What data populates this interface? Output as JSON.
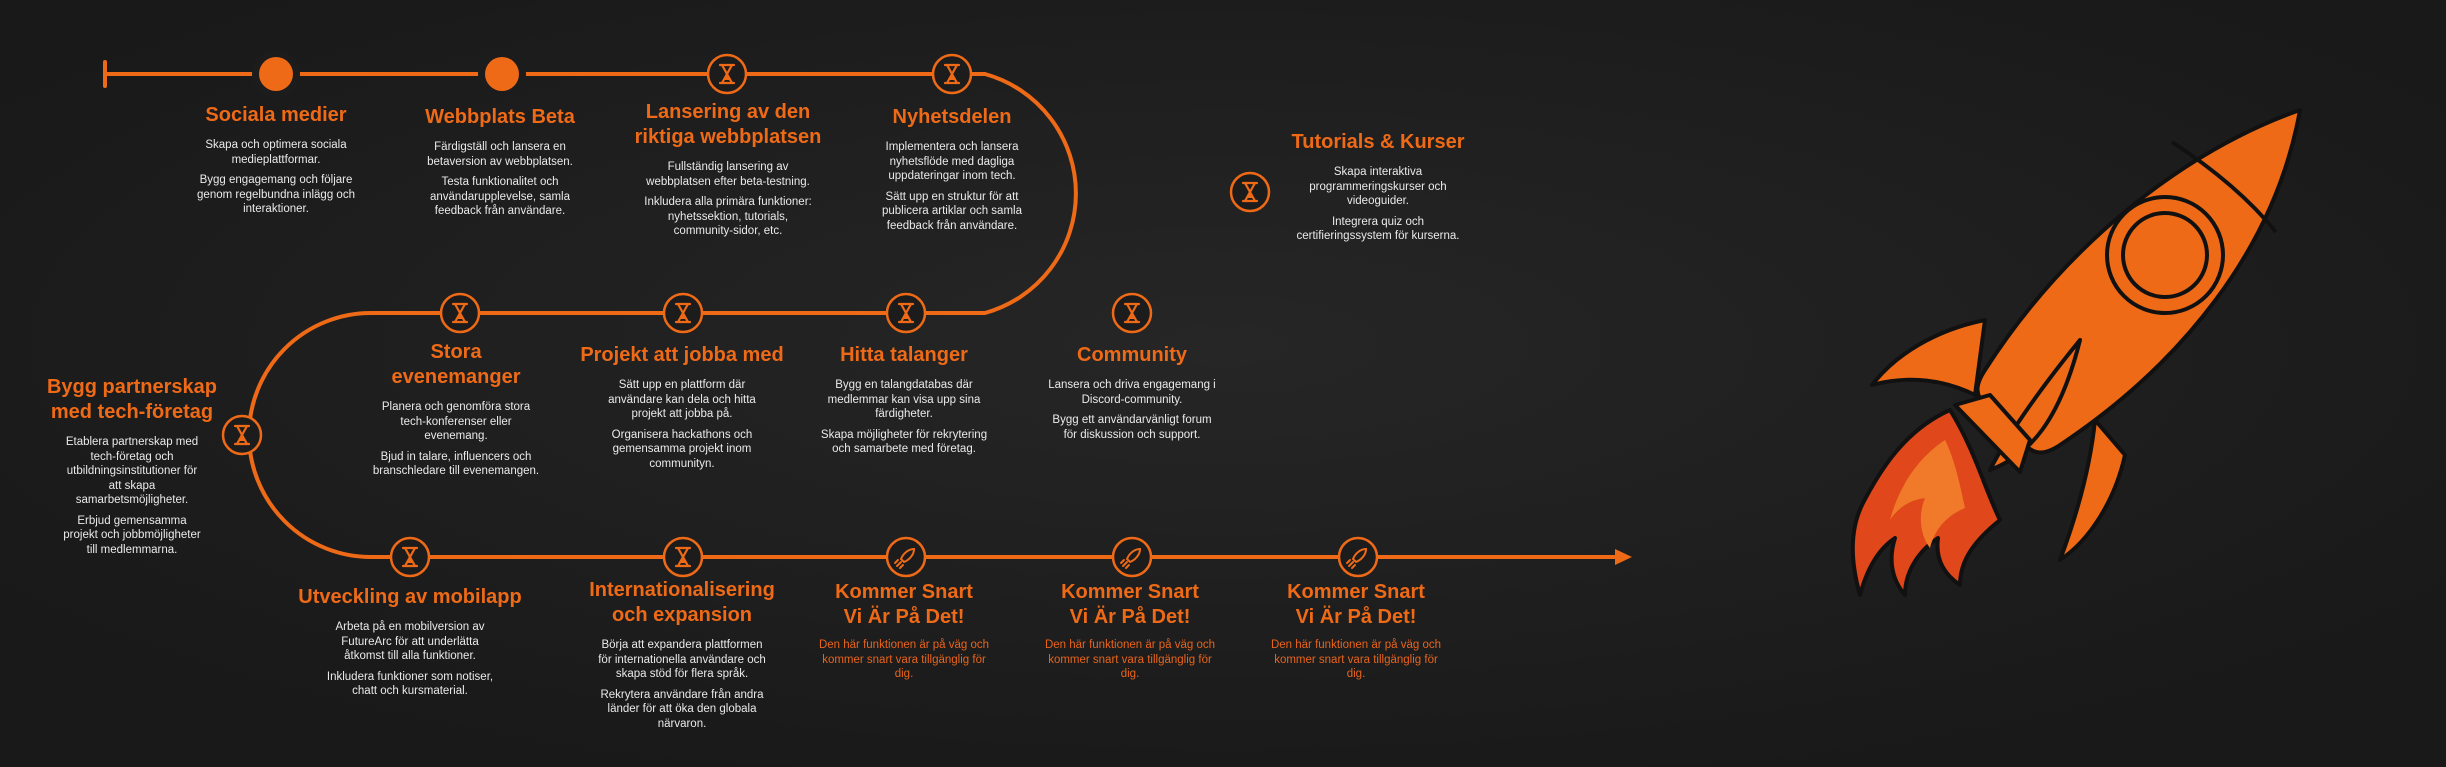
{
  "accent_color": "#ee6a17",
  "background_color": "#1c1c1c",
  "milestones": [
    {
      "title": "Sociala medier",
      "lines": [
        "Skapa och optimera sociala\nmedieplattformar.",
        "Bygg engagemang och följare\ngenom regelbundna inlägg och\ninteraktioner."
      ],
      "marker": "dot-icon"
    },
    {
      "title": "Webbplats Beta",
      "lines": [
        "Färdigställ och lansera en\nbetaversion av webbplatsen.",
        "Testa funktionalitet och\nanvändarupplevelse, samla\nfeedback från användare."
      ],
      "marker": "dot-icon"
    },
    {
      "title": "Lansering av den\nriktiga webbplatsen",
      "lines": [
        "Fullständig lansering av\nwebbplatsen efter beta-testning.",
        "Inkludera alla primära funktioner:\nnyhetssektion, tutorials,\ncommunity-sidor, etc."
      ],
      "marker": "hourglass-icon"
    },
    {
      "title": "Nyhetsdelen",
      "lines": [
        "Implementera och lansera\nnyhetsflöde med dagliga\nuppdateringar inom tech.",
        "Sätt upp en struktur för att\npublicera artiklar och samla\nfeedback från användare."
      ],
      "marker": "hourglass-icon"
    },
    {
      "title": "Tutorials & Kurser",
      "lines": [
        "Skapa interaktiva\nprogrammeringskurser och\nvideoguider.",
        "Integrera quiz och\ncertifieringssystem för kurserna."
      ],
      "marker": "hourglass-icon"
    },
    {
      "title": "Community",
      "lines": [
        "Lansera och driva engagemang i\nDiscord-community.",
        "Bygg ett användarvänligt forum\nför diskussion och support."
      ],
      "marker": "hourglass-icon"
    },
    {
      "title": "Hitta talanger",
      "lines": [
        "Bygg en talangdatabas där\nmedlemmar kan visa upp sina\nfärdigheter.",
        "Skapa möjligheter för rekrytering\noch samarbete med företag."
      ],
      "marker": "hourglass-icon"
    },
    {
      "title": "Projekt att jobba med",
      "lines": [
        "Sätt upp en plattform där\nanvändare kan dela och hitta\nprojekt att jobba på.",
        "Organisera hackathons och\ngemensamma projekt inom\ncommunityn."
      ],
      "marker": "hourglass-icon"
    },
    {
      "title": "Stora\nevenemanger",
      "lines": [
        "Planera och genomföra stora\ntech-konferenser eller\nevenemang.",
        "Bjud in talare, influencers och\nbranschledare till evenemangen."
      ],
      "marker": "hourglass-icon"
    },
    {
      "title": "Bygg partnerskap\nmed tech-företag",
      "lines": [
        "Etablera partnerskap med\ntech-företag och\nutbildningsinstitutioner för\natt skapa\nsamarbetsmöjligheter.",
        "Erbjud gemensamma\nprojekt och jobbmöjligheter\ntill medlemmarna."
      ],
      "marker": "hourglass-icon"
    },
    {
      "title": "Utveckling av mobilapp",
      "lines": [
        "Arbeta på en mobilversion av\nFutureArc för att underlätta\nåtkomst till alla funktioner.",
        "Inkludera funktioner som notiser,\nchatt och kursmaterial."
      ],
      "marker": "hourglass-icon"
    },
    {
      "title": "Internationalisering\noch expansion",
      "lines": [
        "Börja att expandera plattformen\nför internationella användare och\nskapa stöd för flera språk.",
        "Rekrytera användare från andra\nländer för att öka den globala\nnärvaron."
      ],
      "marker": "hourglass-icon"
    },
    {
      "title": "Kommer Snart\nVi Är På Det!",
      "lines": [
        "Den här funktionen är på väg och\nkommer snart vara tillgänglig för\ndig."
      ],
      "marker": "rocket-icon",
      "soon": true
    },
    {
      "title": "Kommer Snart\nVi Är På Det!",
      "lines": [
        "Den här funktionen är på väg och\nkommer snart vara tillgänglig för\ndig."
      ],
      "marker": "rocket-icon",
      "soon": true
    },
    {
      "title": "Kommer Snart\nVi Är På Det!",
      "lines": [
        "Den här funktionen är på väg och\nkommer snart vara tillgänglig för\ndig."
      ],
      "marker": "rocket-icon",
      "soon": true
    }
  ],
  "illustration": "rocket-illustration"
}
